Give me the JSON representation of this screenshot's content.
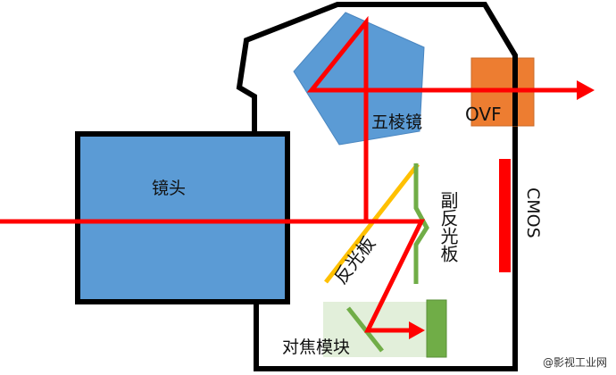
{
  "labels": {
    "lens": "镜头",
    "pentaprism": "五棱镜",
    "ovf": "OVF",
    "cmos": "CMOS",
    "main_mirror": "反光板",
    "sub_mirror": "副反光板",
    "af_module": "对焦模块"
  },
  "watermark": "@影视工业网",
  "colors": {
    "light_path": "#ff0000",
    "lens": "#5b9bd5",
    "ovf": "#ed7d31",
    "main_mirror": "#ffc000",
    "sub_mirror": "#70ad47",
    "af_area": "#e2efda"
  }
}
